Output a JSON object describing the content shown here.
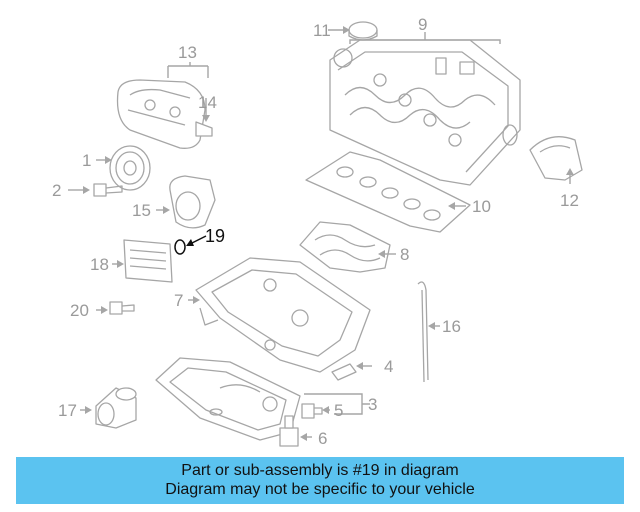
{
  "diagram": {
    "labels": {
      "p1": "1",
      "p2": "2",
      "p3": "3",
      "p4": "4",
      "p5": "5",
      "p6": "6",
      "p7": "7",
      "p8": "8",
      "p9": "9",
      "p10": "10",
      "p11": "11",
      "p12": "12",
      "p13": "13",
      "p14": "14",
      "p15": "15",
      "p16": "16",
      "p17": "17",
      "p18": "18",
      "p19": "19",
      "p20": "20"
    },
    "highlighted_part": "19",
    "colors": {
      "parts": "#a6a6a6",
      "highlight": "#111111",
      "banner": "#5bc3f0"
    }
  },
  "banner": {
    "line1": "Part or sub-assembly is #19 in diagram",
    "line2": "Diagram may not be specific to your vehicle"
  }
}
